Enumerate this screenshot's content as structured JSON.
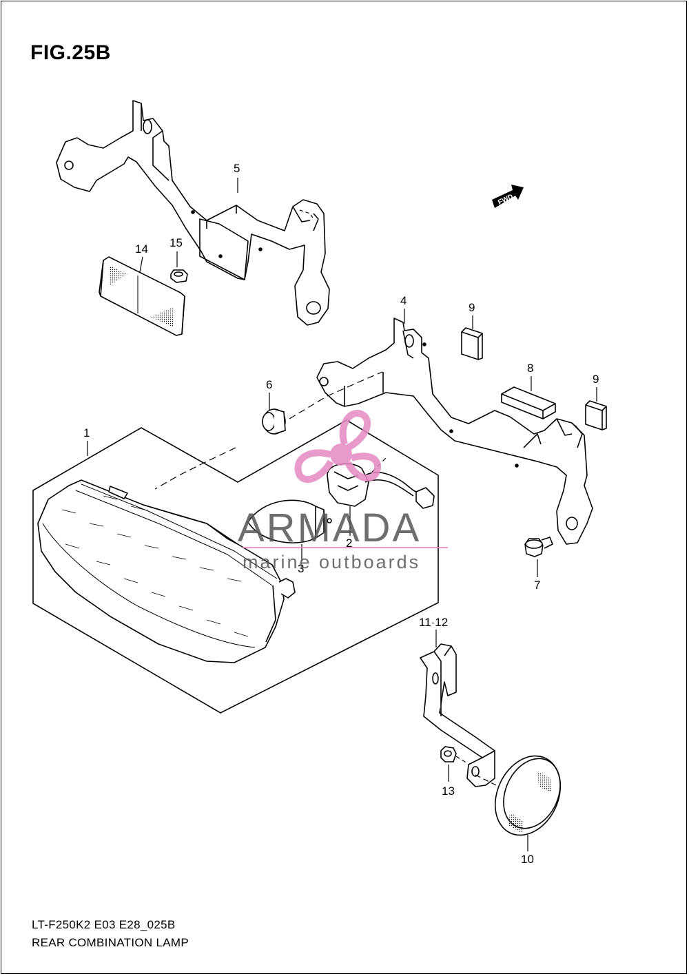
{
  "figure": {
    "title": "FIG.25B",
    "diagram_code": "LT-F250K2 E03 E28_025B",
    "diagram_name": "REAR COMBINATION LAMP"
  },
  "callouts": [
    {
      "id": "c1",
      "label": "1"
    },
    {
      "id": "c2",
      "label": "2"
    },
    {
      "id": "c3",
      "label": "3"
    },
    {
      "id": "c4",
      "label": "4"
    },
    {
      "id": "c5",
      "label": "5"
    },
    {
      "id": "c6",
      "label": "6"
    },
    {
      "id": "c7",
      "label": "7"
    },
    {
      "id": "c8",
      "label": "8"
    },
    {
      "id": "c9a",
      "label": "9"
    },
    {
      "id": "c9b",
      "label": "9"
    },
    {
      "id": "c10",
      "label": "10"
    },
    {
      "id": "c1112",
      "label": "11·12"
    },
    {
      "id": "c13",
      "label": "13"
    },
    {
      "id": "c14",
      "label": "14"
    },
    {
      "id": "c15",
      "label": "15"
    }
  ],
  "direction_tag": "FWD",
  "watermark": {
    "brand": "ARMADA",
    "tagline": "marine outboards",
    "brand_color": "#e58ac3"
  }
}
